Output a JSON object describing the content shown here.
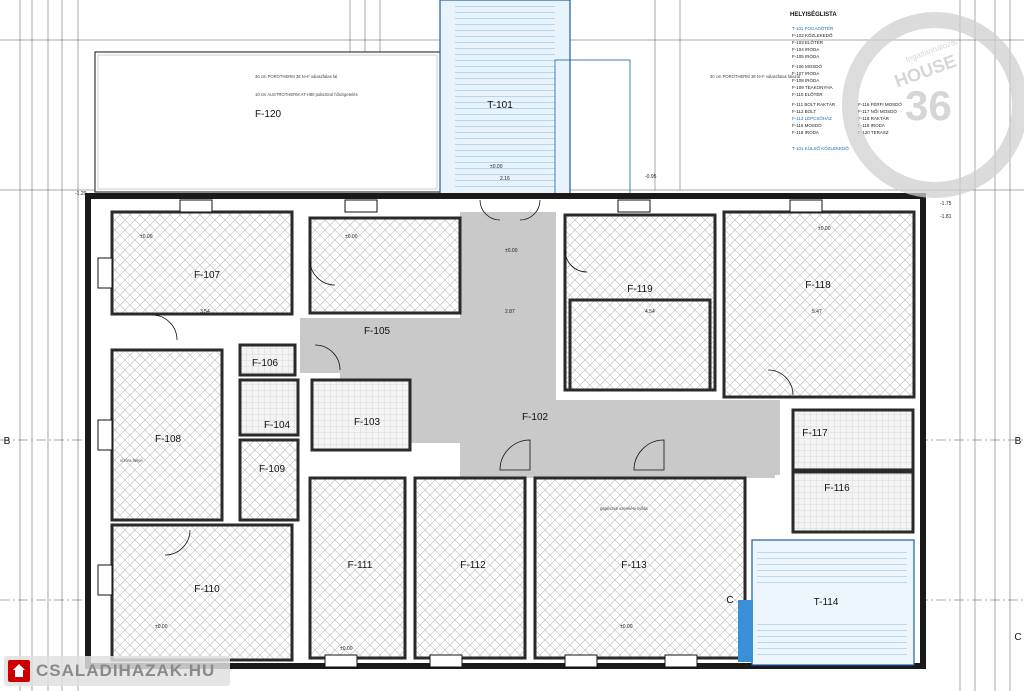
{
  "rooms": {
    "f101": "T-101",
    "f102": "F-102",
    "f103": "F-103",
    "f104": "F-104",
    "f105": "F-105",
    "f106": "F-106",
    "f107": "F-107",
    "f108": "F-108",
    "f109": "F-109",
    "f110": "F-110",
    "f111": "F-111",
    "f112": "F-112",
    "f113": "F-113",
    "f114": "T-114",
    "f116": "F-116",
    "f117": "F-117",
    "f118": "F-118",
    "f119": "F-119",
    "f120": "F-120"
  },
  "section_marks": {
    "b": "B",
    "c": "C"
  },
  "legend": {
    "title": "HELYISÉGLISTA",
    "row1": [
      "T-101 FOGADÓTÉR",
      "F-102 KÖZLEKEDŐ",
      "F-103 ELŐTÉR",
      "F-104 IRODA",
      "F-105 IRODA"
    ],
    "row2": [
      "F-106 MOSDÓ",
      "F-107 IRODA",
      "F-108 IRODA",
      "F-109 TEAKONYHA",
      "F-110 ELŐTÉR"
    ],
    "row3": [
      "F-111 BOLT RAKTÁR",
      "F-112 BOLT",
      "F-113 LÉPCSŐHÁZ",
      "F-116 MOSDÓ",
      "F-118 IRODA"
    ],
    "row4": [
      "F-116 FÉRFI MOSDÓ",
      "F-117 NŐI MOSDÓ",
      "F-118 RAKTÁR",
      "F-119 IRODA",
      "F-120 TERASZ"
    ],
    "row5": [
      "T-101 KÜLSŐ KÖZLEKEDŐ"
    ]
  },
  "elevations": {
    "zero": "±0.00",
    "m120": "-1.20",
    "m175": "-1.75",
    "m181": "-1.81",
    "m095": "-0.95"
  },
  "dimensions": {
    "d1": "3.54",
    "d2": "2.87",
    "d3": "4.54",
    "d4": "5.47",
    "d5": "2.16"
  },
  "notes": {
    "n1": "30 cm POROTHERM 38 N+F válaszfalas fal",
    "n2": "10 cm AUSTROTHERM AT-H80 polisztirol hőszigetelés",
    "n3": "30 cm POROTHERM 38 N+F válaszfalas falazat",
    "n4": "gépészeti szerelési nyílás",
    "n5": "vízóra helye"
  },
  "watermark": {
    "brand_main": "HOUSE",
    "brand_num": "36",
    "brand_sub": "Ingatlanhálózat",
    "badge": "CSALADIHAZAK.HU"
  },
  "colors": {
    "floor_grey": "#c9c9c9",
    "stair_blue": "#3a8fd6",
    "wall": "#1a1a1a"
  }
}
